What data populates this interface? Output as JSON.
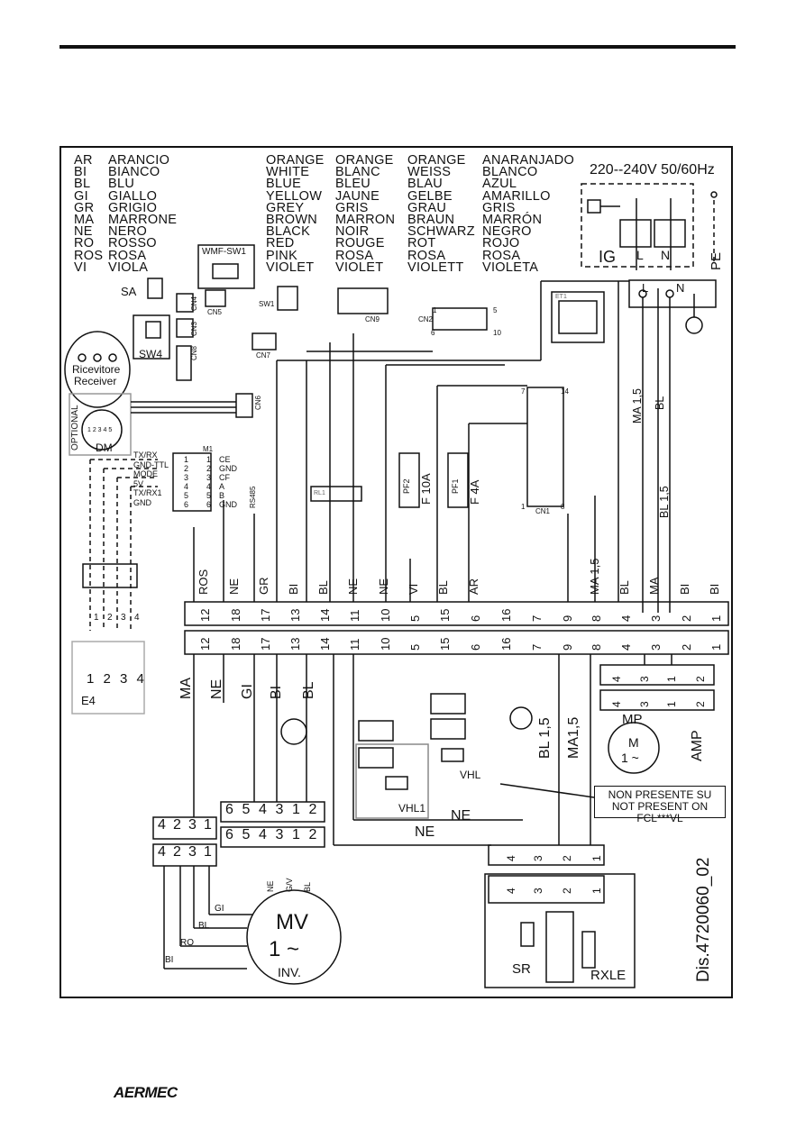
{
  "legend": {
    "codes": [
      "AR",
      "BI",
      "BL",
      "GI",
      "GR",
      "MA",
      "NE",
      "RO",
      "ROS",
      "VI"
    ],
    "italian": [
      "ARANCIO",
      "BIANCO",
      "BLU",
      "GIALLO",
      "GRIGIO",
      "MARRONE",
      "NERO",
      "ROSSO",
      "ROSA",
      "VIOLA"
    ],
    "english": [
      "ORANGE",
      "WHITE",
      "BLUE",
      "YELLOW",
      "GREY",
      "BROWN",
      "BLACK",
      "RED",
      "PINK",
      "VIOLET"
    ],
    "french": [
      "ORANGE",
      "BLANC",
      "BLEU",
      "JAUNE",
      "GRIS",
      "MARRON",
      "NOIR",
      "ROUGE",
      "ROSA",
      "VIOLET"
    ],
    "german": [
      "ORANGE",
      "WEISS",
      "BLAU",
      "GELBE",
      "GRAU",
      "BRAUN",
      "SCHWARZ",
      "ROT",
      "ROSA",
      "VIOLETT"
    ],
    "spanish": [
      "ANARANJADO",
      "BLANCO",
      "AZUL",
      "AMARILLO",
      "GRIS",
      "MARRÓN",
      "NEGRO",
      "ROJO",
      "ROSA",
      "VIOLETA"
    ]
  },
  "power": {
    "supply": "220--240V 50/60Hz",
    "switch": "IG",
    "l": "L",
    "n": "N",
    "pe": "PE"
  },
  "components": {
    "wmf": "WMF-SW1",
    "sa": "SA",
    "sw4": "SW4",
    "cn4": "CN4",
    "cn3": "CN3",
    "cn5": "CN5",
    "cn8": "CN8",
    "cn7": "CN7",
    "cn6": "CN6",
    "cn9": "CN9",
    "cn2": "CN2",
    "cn1": "CN1",
    "sw1": "SW1",
    "et1": "ET1",
    "rl1": "RL1",
    "receiver1": "Ricevitore",
    "receiver2": "Receiver",
    "optional": "OPTIONAL",
    "dm": "DM",
    "dm_pins": "1 2 3 4 5",
    "m1": "M1",
    "rs485": "RS485",
    "pf2": "PF2",
    "f10a": "F 10A",
    "pf1": "PF1",
    "f4a": "F 4A",
    "e4": "E4",
    "e4_pins": [
      "1",
      "2",
      "3",
      "4"
    ],
    "mp": "MP",
    "mp_m": "M",
    "mp_phase": "1 ~",
    "amp": "AMP",
    "vhl": "VHL",
    "vhl1": "VHL1",
    "mv": "MV",
    "mv_phase": "1 ~",
    "mv_inv": "INV.",
    "sr": "SR",
    "rxle": "RXLE"
  },
  "m1_left": [
    "TX/RX",
    "GND-TTL",
    "MODE",
    "5V",
    "TX/RX1",
    "GND"
  ],
  "m1_right": [
    "CE",
    "GND",
    "CF",
    "A",
    "B",
    "GND"
  ],
  "m1_pins": [
    "1",
    "2",
    "3",
    "4",
    "5",
    "6"
  ],
  "cn2_pins": {
    "a": "1",
    "b": "5",
    "c": "6",
    "d": "10"
  },
  "cn1_pins": {
    "a": "7",
    "b": "14",
    "c": "1",
    "d": "8"
  },
  "terminal_top_labels": [
    "ROS",
    "NE",
    "GR",
    "BI",
    "BL",
    "NE",
    "NE",
    "VI",
    "BL",
    "AR",
    "",
    "",
    "",
    "MA 1,5",
    "BL",
    "MA",
    "BI",
    "BI"
  ],
  "terminal_numbers": [
    "12",
    "18",
    "17",
    "13",
    "14",
    "11",
    "10",
    "5",
    "15",
    "6",
    "16",
    "7",
    "9",
    "8",
    "4",
    "3",
    "2",
    "1"
  ],
  "bottom_wire_labels": {
    "ma": "MA",
    "ne": "NE",
    "gi": "GI",
    "bi": "BI",
    "bl": "BL",
    "bl15": "BL 1,5",
    "ma15": "MA1,5",
    "ne_a": "NE",
    "ne_b": "NE"
  },
  "mp_pins": [
    "4",
    "3",
    "1",
    "2"
  ],
  "mv_block_pins": [
    "4",
    "2",
    "3",
    "1"
  ],
  "mv_top_pins": [
    "6",
    "5",
    "4",
    "3",
    "1",
    "2"
  ],
  "mv_wire_labels": [
    "NE",
    "G/V",
    "BL",
    "GI",
    "BL",
    "RO",
    "BI"
  ],
  "sr_pins": [
    "4",
    "3",
    "2",
    "1"
  ],
  "vertical_wires": {
    "ma15_upper": "MA 1,5",
    "bl_upper": "BL",
    "bl15_mid": "BL 1,5"
  },
  "e4_dash_pins": [
    "1",
    "2",
    "3",
    "4"
  ],
  "note": {
    "line1": "NON PRESENTE SU",
    "line2": "NOT PRESENT ON",
    "line3": "FCL***VL"
  },
  "drawing_code": "Dis.4720060_02",
  "brand": "AERMEC"
}
